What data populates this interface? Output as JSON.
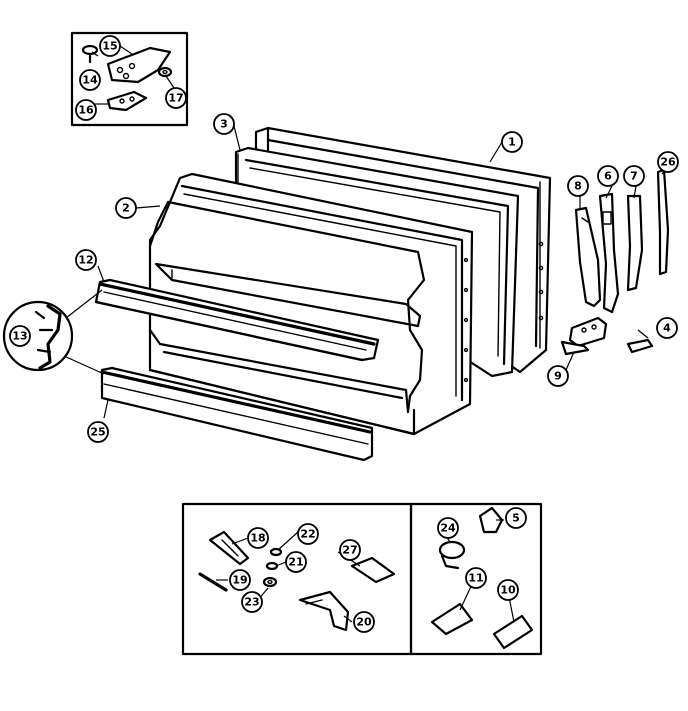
{
  "diagram": {
    "callouts": {
      "c1": "1",
      "c2": "2",
      "c3": "3",
      "c4": "4",
      "c5": "5",
      "c6": "6",
      "c7": "7",
      "c8": "8",
      "c9": "9",
      "c10": "10",
      "c11": "11",
      "c12": "12",
      "c13": "13",
      "c14": "14",
      "c15": "15",
      "c16": "16",
      "c17": "17",
      "c18": "18",
      "c19": "19",
      "c20": "20",
      "c21": "21",
      "c22": "22",
      "c23": "23",
      "c24": "24",
      "c25": "25",
      "c26": "26",
      "c27": "27"
    }
  }
}
